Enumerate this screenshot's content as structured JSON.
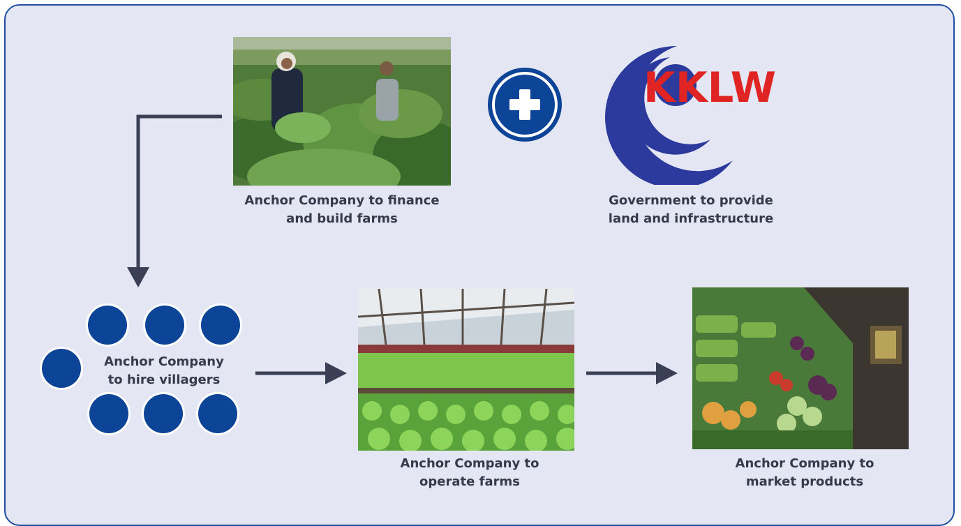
{
  "steps": {
    "finance": "Anchor Company to finance\nand build farms",
    "government": "Government to provide\nland and infrastructure",
    "hire": "Anchor Company\nto hire villagers",
    "operate": "Anchor Company to\noperate farms",
    "market": "Anchor Company to\nmarket products"
  },
  "logo": {
    "text": "KKLW"
  },
  "icons": {
    "plus": "plus-icon",
    "person": "villager-dot-icon",
    "arrow": "arrow-right-icon"
  },
  "colors": {
    "background": "#e4e7f3",
    "border": "#1f4fa0",
    "primary_blue": "#0c4497",
    "arrow": "#3a3f55",
    "caption": "#363a4b",
    "logo_red": "#e02424"
  }
}
